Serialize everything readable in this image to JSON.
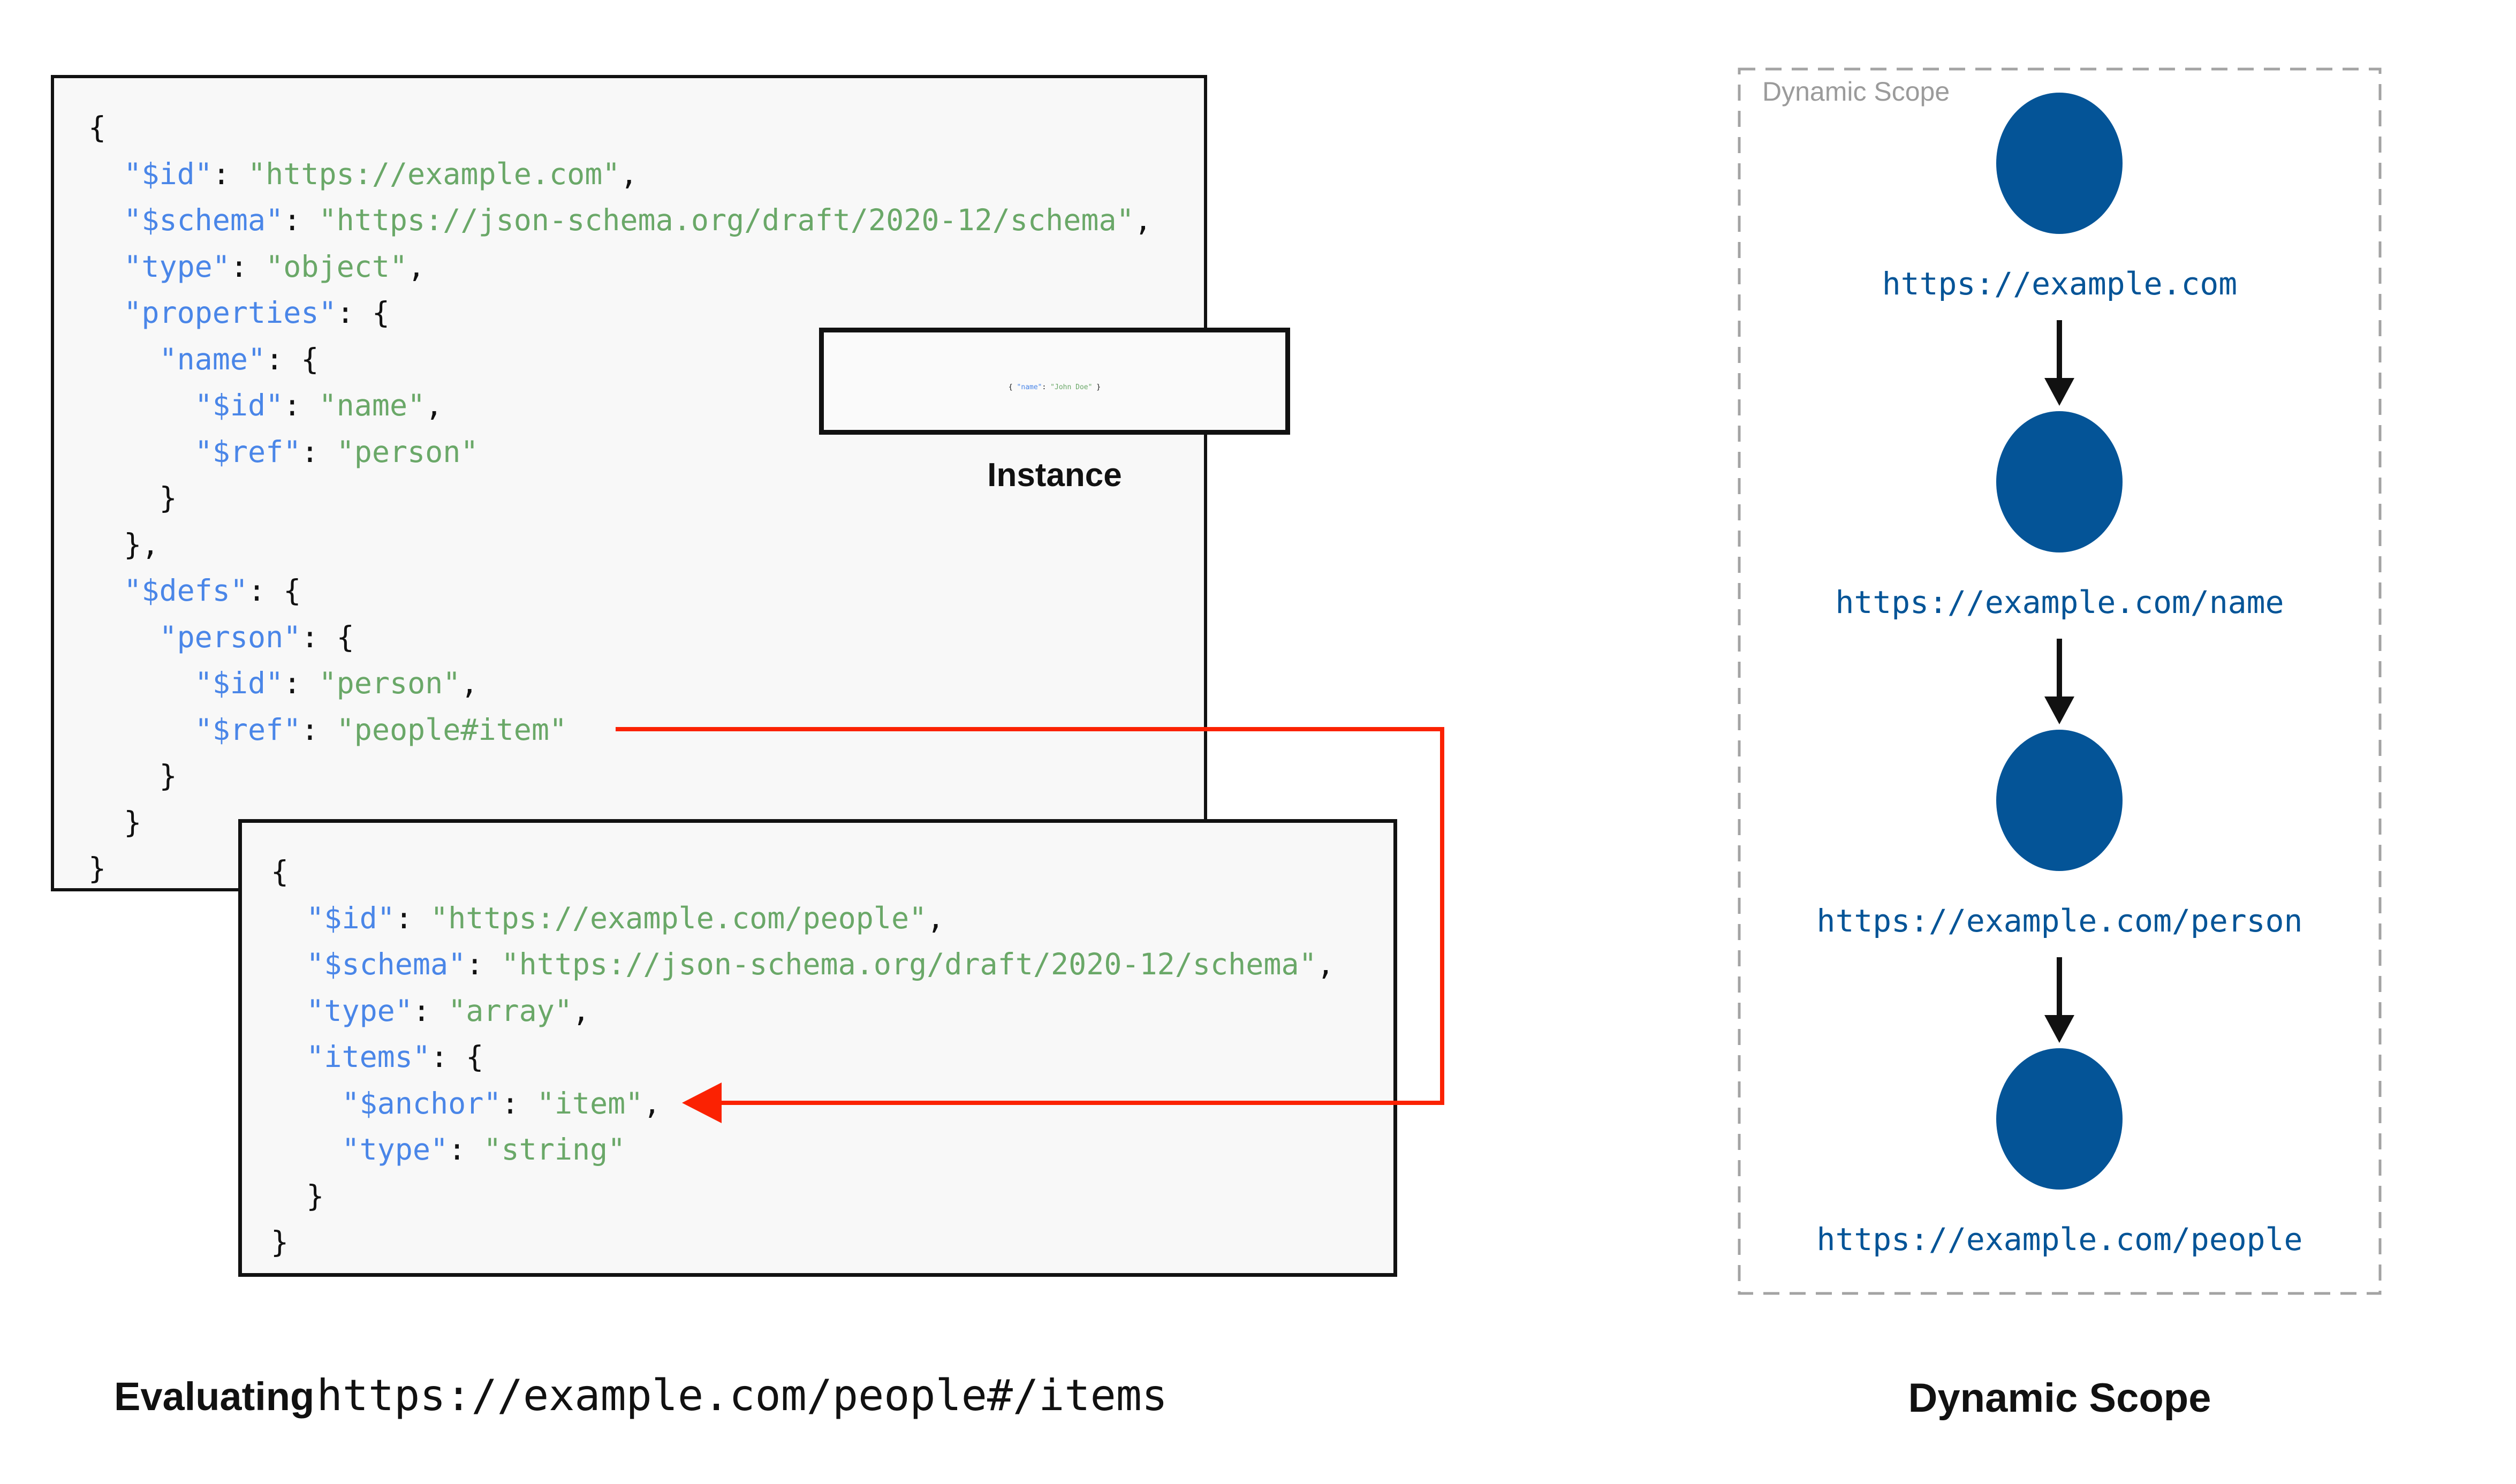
{
  "colors": {
    "key": "#4a86e8",
    "str": "#6aa868",
    "text": "#111111",
    "node": "#045497",
    "arrow": "#fb2202",
    "boxbg": "#f8f8f8",
    "border": "#111111",
    "scopeline": "#a3a3a3",
    "scopelabel": "#9b9b9b",
    "pagebg": "#ffffff"
  },
  "schema_box": {
    "lines": [
      [
        [
          "p",
          "{"
        ]
      ],
      [
        [
          "p",
          "  "
        ],
        [
          "k",
          "\"$id\""
        ],
        [
          "p",
          ": "
        ],
        [
          "s",
          "\"https://example.com\""
        ],
        [
          "p",
          ","
        ]
      ],
      [
        [
          "p",
          "  "
        ],
        [
          "k",
          "\"$schema\""
        ],
        [
          "p",
          ": "
        ],
        [
          "s",
          "\"https://json-schema.org/draft/2020-12/schema\""
        ],
        [
          "p",
          ","
        ]
      ],
      [
        [
          "p",
          "  "
        ],
        [
          "k",
          "\"type\""
        ],
        [
          "p",
          ": "
        ],
        [
          "s",
          "\"object\""
        ],
        [
          "p",
          ","
        ]
      ],
      [
        [
          "p",
          "  "
        ],
        [
          "k",
          "\"properties\""
        ],
        [
          "p",
          ": {"
        ]
      ],
      [
        [
          "p",
          "    "
        ],
        [
          "k",
          "\"name\""
        ],
        [
          "p",
          ": {"
        ]
      ],
      [
        [
          "p",
          "      "
        ],
        [
          "k",
          "\"$id\""
        ],
        [
          "p",
          ": "
        ],
        [
          "s",
          "\"name\""
        ],
        [
          "p",
          ","
        ]
      ],
      [
        [
          "p",
          "      "
        ],
        [
          "k",
          "\"$ref\""
        ],
        [
          "p",
          ": "
        ],
        [
          "s",
          "\"person\""
        ]
      ],
      [
        [
          "p",
          "    }"
        ]
      ],
      [
        [
          "p",
          "  },"
        ]
      ],
      [
        [
          "p",
          "  "
        ],
        [
          "k",
          "\"$defs\""
        ],
        [
          "p",
          ": {"
        ]
      ],
      [
        [
          "p",
          "    "
        ],
        [
          "k",
          "\"person\""
        ],
        [
          "p",
          ": {"
        ]
      ],
      [
        [
          "p",
          "      "
        ],
        [
          "k",
          "\"$id\""
        ],
        [
          "p",
          ": "
        ],
        [
          "s",
          "\"person\""
        ],
        [
          "p",
          ","
        ]
      ],
      [
        [
          "p",
          "      "
        ],
        [
          "k",
          "\"$ref\""
        ],
        [
          "p",
          ": "
        ],
        [
          "s",
          "\"people#item\""
        ]
      ],
      [
        [
          "p",
          "    }"
        ]
      ],
      [
        [
          "p",
          "  }"
        ]
      ],
      [
        [
          "p",
          "}"
        ]
      ]
    ]
  },
  "people_box": {
    "lines": [
      [
        [
          "p",
          "{"
        ]
      ],
      [
        [
          "p",
          "  "
        ],
        [
          "k",
          "\"$id\""
        ],
        [
          "p",
          ": "
        ],
        [
          "s",
          "\"https://example.com/people\""
        ],
        [
          "p",
          ","
        ]
      ],
      [
        [
          "p",
          "  "
        ],
        [
          "k",
          "\"$schema\""
        ],
        [
          "p",
          ": "
        ],
        [
          "s",
          "\"https://json-schema.org/draft/2020-12/schema\""
        ],
        [
          "p",
          ","
        ]
      ],
      [
        [
          "p",
          "  "
        ],
        [
          "k",
          "\"type\""
        ],
        [
          "p",
          ": "
        ],
        [
          "s",
          "\"array\""
        ],
        [
          "p",
          ","
        ]
      ],
      [
        [
          "p",
          "  "
        ],
        [
          "k",
          "\"items\""
        ],
        [
          "p",
          ": {"
        ]
      ],
      [
        [
          "p",
          "    "
        ],
        [
          "k",
          "\"$anchor\""
        ],
        [
          "p",
          ": "
        ],
        [
          "s",
          "\"item\""
        ],
        [
          "p",
          ","
        ]
      ],
      [
        [
          "p",
          "    "
        ],
        [
          "k",
          "\"type\""
        ],
        [
          "p",
          ": "
        ],
        [
          "s",
          "\"string\""
        ]
      ],
      [
        [
          "p",
          "  }"
        ]
      ],
      [
        [
          "p",
          "}"
        ]
      ]
    ]
  },
  "instance": {
    "label": "Instance",
    "lines": [
      [
        [
          "p",
          "{ "
        ],
        [
          "k",
          "\"name\""
        ],
        [
          "p",
          ": "
        ],
        [
          "s",
          "\"John Doe\""
        ],
        [
          "p",
          " }"
        ]
      ]
    ]
  },
  "dynamic_scope": {
    "title": "Dynamic Scope",
    "nodes": [
      {
        "url": "https://example.com"
      },
      {
        "url": "https://example.com/name"
      },
      {
        "url": "https://example.com/person"
      },
      {
        "url": "https://example.com/people"
      }
    ]
  },
  "footer": {
    "evaluating_label": "Evaluating",
    "evaluating_url": "https://example.com/people#/items",
    "scope_label": "Dynamic Scope"
  }
}
